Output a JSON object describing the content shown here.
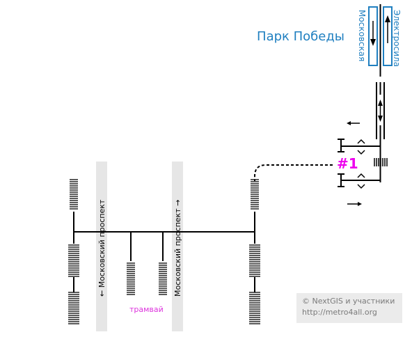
{
  "station": {
    "name": "Парк Победы"
  },
  "lines": {
    "left": "Московская",
    "right": "Электросила"
  },
  "exit": {
    "number": "#1"
  },
  "streets": {
    "left": "← Московский проспект",
    "right": "Московский проспект →"
  },
  "transport": {
    "tram": "трамвай"
  },
  "credits": {
    "line1": "© NextGIS и участники",
    "line2": "http://metro4all.org"
  },
  "colors": {
    "accent": "#1f7fc0",
    "exit": "#ee00ee",
    "tram": "#dd33dd",
    "street_band": "#e6e6e6",
    "stroke": "#000000"
  }
}
